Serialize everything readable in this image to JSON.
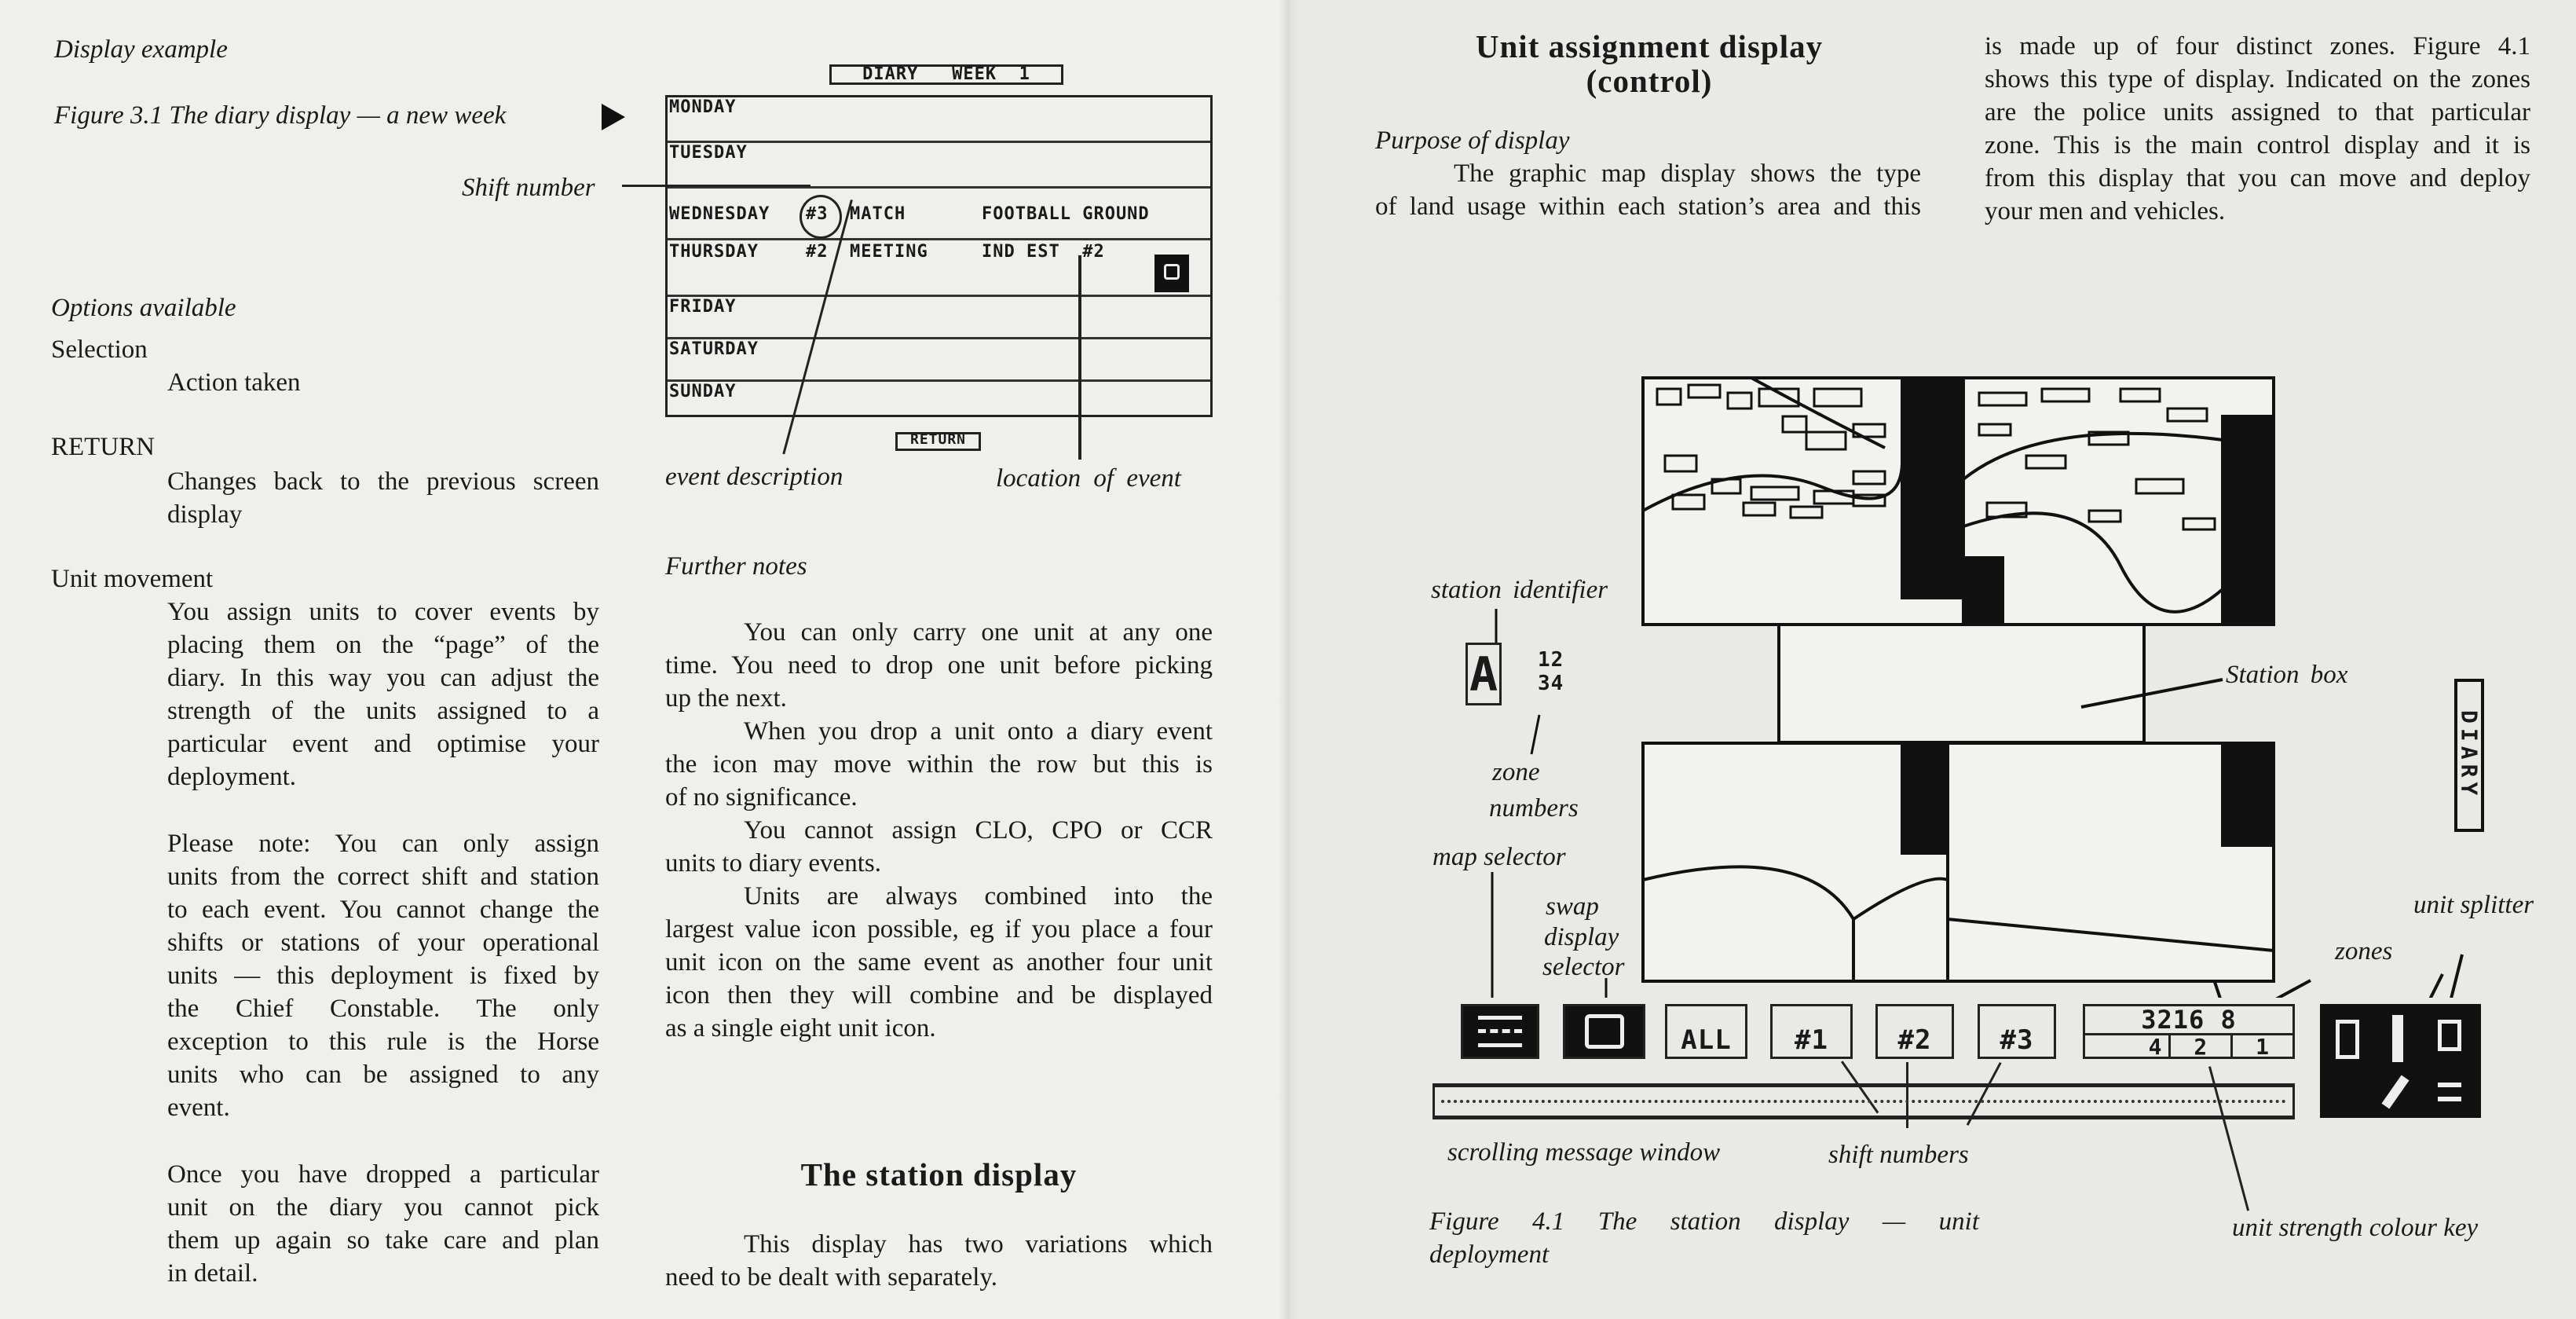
{
  "left": {
    "display_example": "Display example",
    "figure_caption": "Figure 3.1 The diary display — a new week",
    "shift_number_label": "Shift number",
    "options_available": "Options available",
    "selection": "Selection",
    "action_taken": "Action taken",
    "return_heading": "RETURN",
    "return_desc": [
      "Changes back to the previous screen",
      "display"
    ],
    "unit_movement": "Unit movement",
    "unit_movement_para": [
      "You assign units to cover events by",
      "placing them on the “page” of the",
      "diary. In this way you can adjust the",
      "strength of the units assigned to a",
      "particular event and optimise your",
      "deployment."
    ],
    "please_note_para": [
      "Please note: You can only assign",
      "units from the correct shift and station",
      "to each event. You cannot change the",
      "shifts or stations of your operational",
      "units — this deployment is fixed by",
      "the Chief Constable. The only",
      "exception to this rule is the Horse",
      "units who can be assigned to any",
      "event."
    ],
    "once_para": [
      "Once you have dropped a particular",
      "unit on the diary you cannot pick",
      "them up again so take care and plan",
      "in detail."
    ]
  },
  "diary": {
    "title": "DIARY   WEEK  1",
    "days": [
      "MONDAY",
      "TUESDAY",
      "WEDNESDAY",
      "THURSDAY",
      "FRIDAY",
      "SATURDAY",
      "SUNDAY"
    ],
    "events": [
      {
        "shift": "#3",
        "description": "MATCH",
        "location": "FOOTBALL GROUND"
      },
      {
        "shift": "#2",
        "description": "MEETING",
        "location": "IND EST  #2"
      }
    ],
    "return_button": "RETURN",
    "event_description_label": "event description",
    "location_label": "location of event"
  },
  "middle": {
    "further_notes": "Further notes",
    "notes_para": [
      {
        "indent": true,
        "text": "You can only carry one unit at any one"
      },
      {
        "indent": false,
        "text": "time. You need to drop one unit before picking"
      },
      {
        "indent": false,
        "text": "up the next."
      },
      {
        "indent": true,
        "text": "When you drop a unit onto a diary event"
      },
      {
        "indent": false,
        "text": "the icon may move within the row but this is"
      },
      {
        "indent": false,
        "text": "of no significance."
      },
      {
        "indent": true,
        "text": "You cannot assign CLO, CPO or CCR"
      },
      {
        "indent": false,
        "text": "units to diary events."
      },
      {
        "indent": true,
        "text": "Units are always combined into the"
      },
      {
        "indent": false,
        "text": "largest value icon possible, eg if you place a four"
      },
      {
        "indent": false,
        "text": "unit icon on the same event as another four unit"
      },
      {
        "indent": false,
        "text": "icon then they will combine and be displayed"
      },
      {
        "indent": false,
        "text": "as a single eight unit icon."
      }
    ],
    "station_heading": "The station display",
    "station_para": [
      "This display has two variations which",
      "need to be dealt with separately."
    ]
  },
  "right": {
    "heading_line1": "Unit assignment display",
    "heading_line2": "(control)",
    "purpose": "Purpose of display",
    "purpose_para": [
      "The graphic map display shows the type",
      "of land usage within each station’s area and this"
    ],
    "col2_para": [
      "is made up of four distinct zones. Figure 4.1",
      "shows this type of display. Indicated on the zones",
      "are the police units assigned to that particular",
      "zone. This is the main control display and it is",
      "from this display that you can move and deploy",
      "your men and vehicles."
    ],
    "labels": {
      "station_identifier": "station  identifier",
      "station_box": "Station  box",
      "zone_numbers_1": "zone",
      "zone_numbers_2": "numbers",
      "map_selector": "map selector",
      "swap_1": "swap",
      "swap_2": "display",
      "swap_3": "selector",
      "unit_splitter": "unit splitter",
      "zones": "zones",
      "scrolling": "scrolling message window",
      "shift_numbers": "shift numbers",
      "unit_strength": "unit strength colour key"
    },
    "figure_caption": [
      "Figure 4.1 The station display — unit",
      "deployment"
    ],
    "screen": {
      "station_id": "A",
      "zone_digits": [
        "12",
        "34"
      ],
      "all_button": "ALL",
      "shift_buttons": [
        "#1",
        "#2",
        "#3"
      ],
      "strength_top": "3216 8",
      "strength_bottom": [
        "4",
        "2",
        "1"
      ],
      "diary_vertical": "DIARY"
    }
  }
}
